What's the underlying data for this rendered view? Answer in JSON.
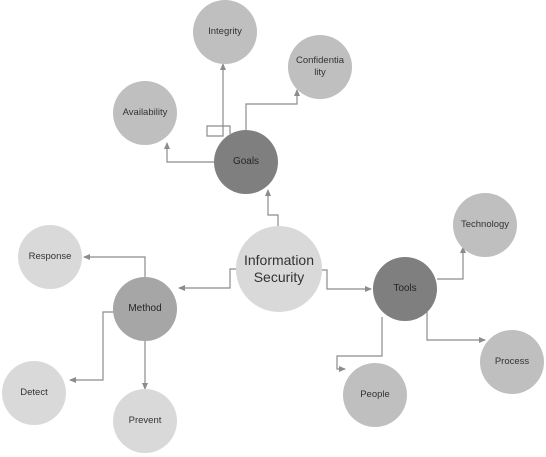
{
  "diagram": {
    "center": {
      "label": "Information\nSecurity",
      "color": "#d9d9d9"
    },
    "branches": {
      "goals": {
        "label": "Goals",
        "color": "#7f7f7f"
      },
      "method": {
        "label": "Method",
        "color": "#a6a6a6"
      },
      "tools": {
        "label": "Tools",
        "color": "#7f7f7f"
      }
    },
    "leaves": {
      "integrity": {
        "label": "Integrity",
        "color": "#bfbfbf"
      },
      "confidentiality": {
        "label": "Confidentia\nlity",
        "color": "#bfbfbf"
      },
      "availability": {
        "label": "Availability",
        "color": "#bfbfbf"
      },
      "response": {
        "label": "Response",
        "color": "#d9d9d9"
      },
      "detect": {
        "label": "Detect",
        "color": "#d9d9d9"
      },
      "prevent": {
        "label": "Prevent",
        "color": "#d9d9d9"
      },
      "technology": {
        "label": "Technology",
        "color": "#bfbfbf"
      },
      "process": {
        "label": "Process",
        "color": "#bfbfbf"
      },
      "people": {
        "label": "People",
        "color": "#bfbfbf"
      }
    },
    "connector_color": "#8c8c8c"
  }
}
